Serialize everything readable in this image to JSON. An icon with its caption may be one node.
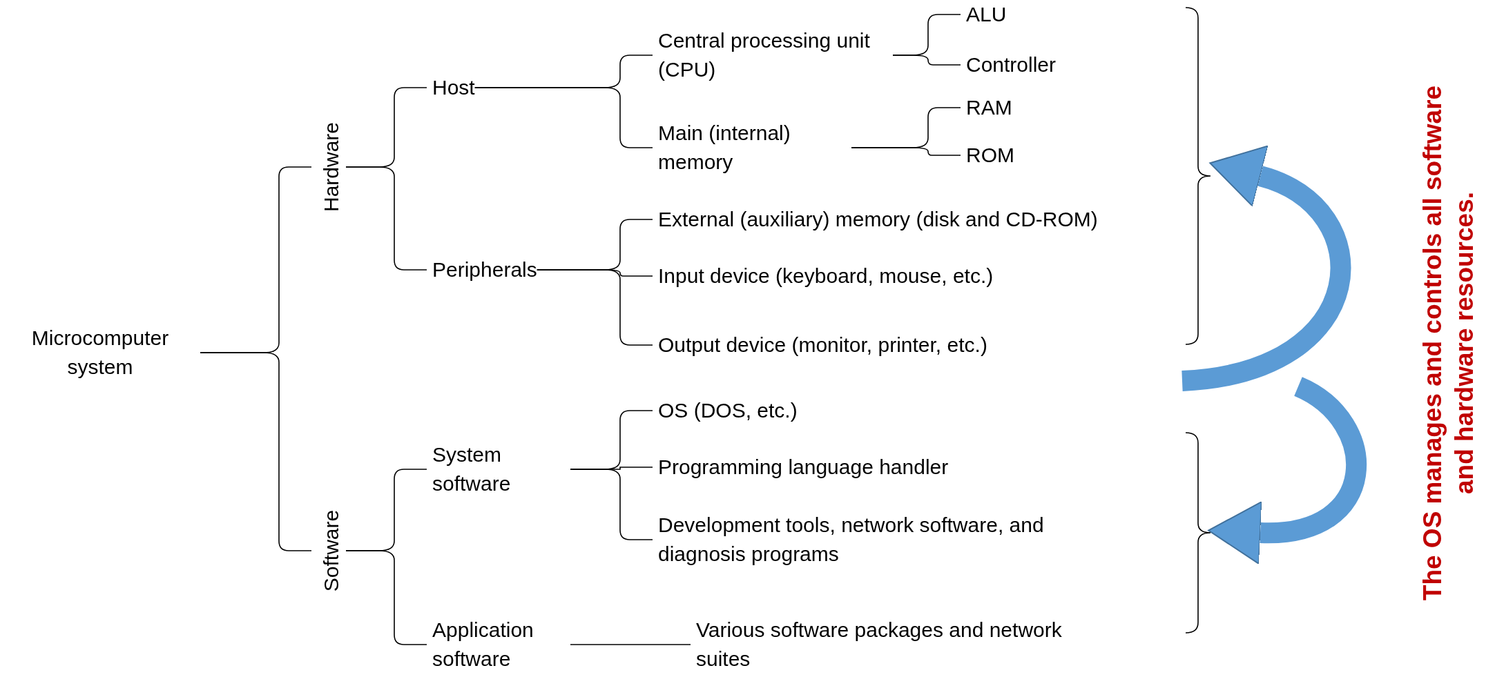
{
  "diagram": {
    "nodes": [
      {
        "text": [
          "Microcomputer system"
        ]
      },
      {
        "text": [
          "Hardware"
        ]
      },
      {
        "text": [
          "Software"
        ]
      },
      {
        "text": [
          "Host"
        ]
      },
      {
        "text": [
          "Peripherals"
        ]
      },
      {
        "text": [
          "Central processing unit (CPU)"
        ]
      },
      {
        "text": [
          "Main (internal) memory"
        ]
      },
      {
        "text": [
          "ALU"
        ]
      },
      {
        "text": [
          "Controller"
        ]
      },
      {
        "text": [
          "RAM"
        ]
      },
      {
        "text": [
          "ROM"
        ]
      },
      {
        "text": [
          "External (auxiliary) memory (disk and CD-ROM)"
        ]
      },
      {
        "text": [
          "Input device (keyboard, mouse, etc.)"
        ]
      },
      {
        "text": [
          "Output device (monitor, printer, etc.)"
        ]
      },
      {
        "text": [
          "System software"
        ]
      },
      {
        "text": [
          "Application software"
        ]
      },
      {
        "text": [
          "OS (DOS, etc.)"
        ]
      },
      {
        "text": [
          "Programming language handler"
        ]
      },
      {
        "text": [
          "Development tools, network software, and diagnosis programs"
        ]
      },
      {
        "text": [
          "Various software packages and network suites"
        ]
      },
      {
        "text": [],
        "shape": "bracket"
      },
      {
        "text": [],
        "shape": "bracket"
      }
    ],
    "edges": [
      {
        "from": 0,
        "to": 1,
        "arrow": "none"
      },
      {
        "from": 0,
        "to": 2,
        "arrow": "none"
      },
      {
        "from": 1,
        "to": 3,
        "arrow": "none"
      },
      {
        "from": 1,
        "to": 4,
        "arrow": "none"
      },
      {
        "from": 3,
        "to": 5,
        "arrow": "none"
      },
      {
        "from": 3,
        "to": 6,
        "arrow": "none"
      },
      {
        "from": 5,
        "to": 7,
        "arrow": "none"
      },
      {
        "from": 5,
        "to": 8,
        "arrow": "none"
      },
      {
        "from": 6,
        "to": 9,
        "arrow": "none"
      },
      {
        "from": 6,
        "to": 10,
        "arrow": "none"
      },
      {
        "from": 4,
        "to": 11,
        "arrow": "none"
      },
      {
        "from": 4,
        "to": 12,
        "arrow": "none"
      },
      {
        "from": 4,
        "to": 13,
        "arrow": "none"
      },
      {
        "from": 2,
        "to": 14,
        "arrow": "none"
      },
      {
        "from": 2,
        "to": 15,
        "arrow": "none"
      },
      {
        "from": 14,
        "to": 16,
        "arrow": "none"
      },
      {
        "from": 14,
        "to": 17,
        "arrow": "none"
      },
      {
        "from": 14,
        "to": 18,
        "arrow": "none"
      },
      {
        "from": 15,
        "to": 19,
        "arrow": "none"
      },
      {
        "from": null,
        "to": 20,
        "arrow": "to",
        "style": "thick",
        "color": "#5b9bd5"
      },
      {
        "from": null,
        "to": 21,
        "arrow": "to",
        "style": "thick",
        "color": "#5b9bd5"
      }
    ],
    "labels": [
      "The OS manages and controls all software and hardware resources."
    ]
  }
}
